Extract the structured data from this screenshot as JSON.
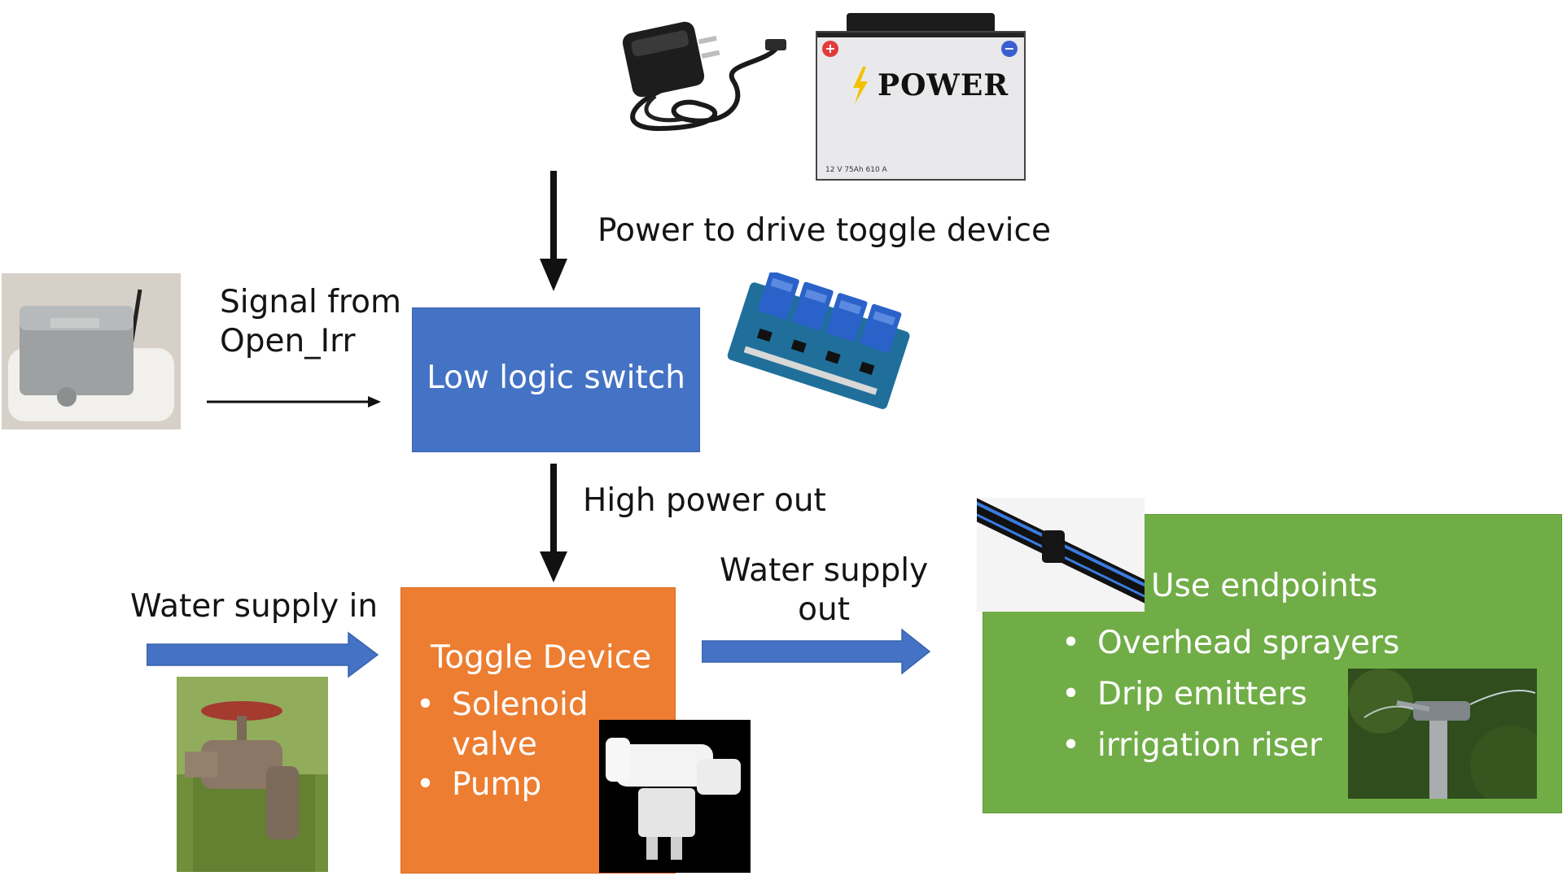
{
  "power_label": "Power to drive toggle device",
  "signal_label": {
    "line1": "Signal from",
    "line2": "Open_Irr"
  },
  "switch_box": {
    "label": "Low logic switch"
  },
  "high_power_label": "High power out",
  "water_in_label": "Water supply in",
  "water_out_label": {
    "line1": "Water supply",
    "line2": "out"
  },
  "toggle_box": {
    "title": "Toggle Device",
    "items": [
      "Solenoid",
      "valve",
      "Pump"
    ]
  },
  "endpoints_box": {
    "title": "Use endpoints",
    "items": [
      "Overhead sprayers",
      "Drip emitters",
      "irrigation riser"
    ]
  },
  "battery": {
    "brand": "POWER",
    "spec": "12 V 75Ah 610 A",
    "plus": "+",
    "minus": "−"
  },
  "colors": {
    "switch_blue": "#4472c4",
    "toggle_orange": "#ed7d31",
    "endpoints_green": "#70ad47",
    "arrow_blue": "#4472c4"
  },
  "icons": [
    "power-adapter-icon",
    "battery-icon",
    "controller-enclosure-icon",
    "relay-board-icon",
    "water-faucet-icon",
    "solenoid-valve-icon",
    "drip-tube-icon",
    "sprinkler-icon"
  ]
}
